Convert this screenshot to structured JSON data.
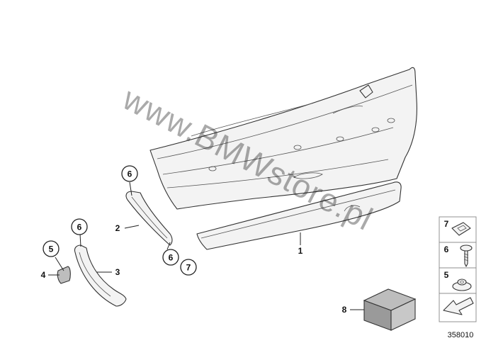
{
  "diagram": {
    "drawing_number": "358010",
    "watermark": "www.BMWstore.pl",
    "callouts": {
      "c1": "1",
      "c2": "2",
      "c3": "3",
      "c4": "4",
      "c5": "5",
      "c6a": "6",
      "c6b": "6",
      "c6c": "6",
      "c7": "7",
      "c8": "8"
    },
    "legend": {
      "item7": "7",
      "item6": "6",
      "item5": "5"
    }
  }
}
